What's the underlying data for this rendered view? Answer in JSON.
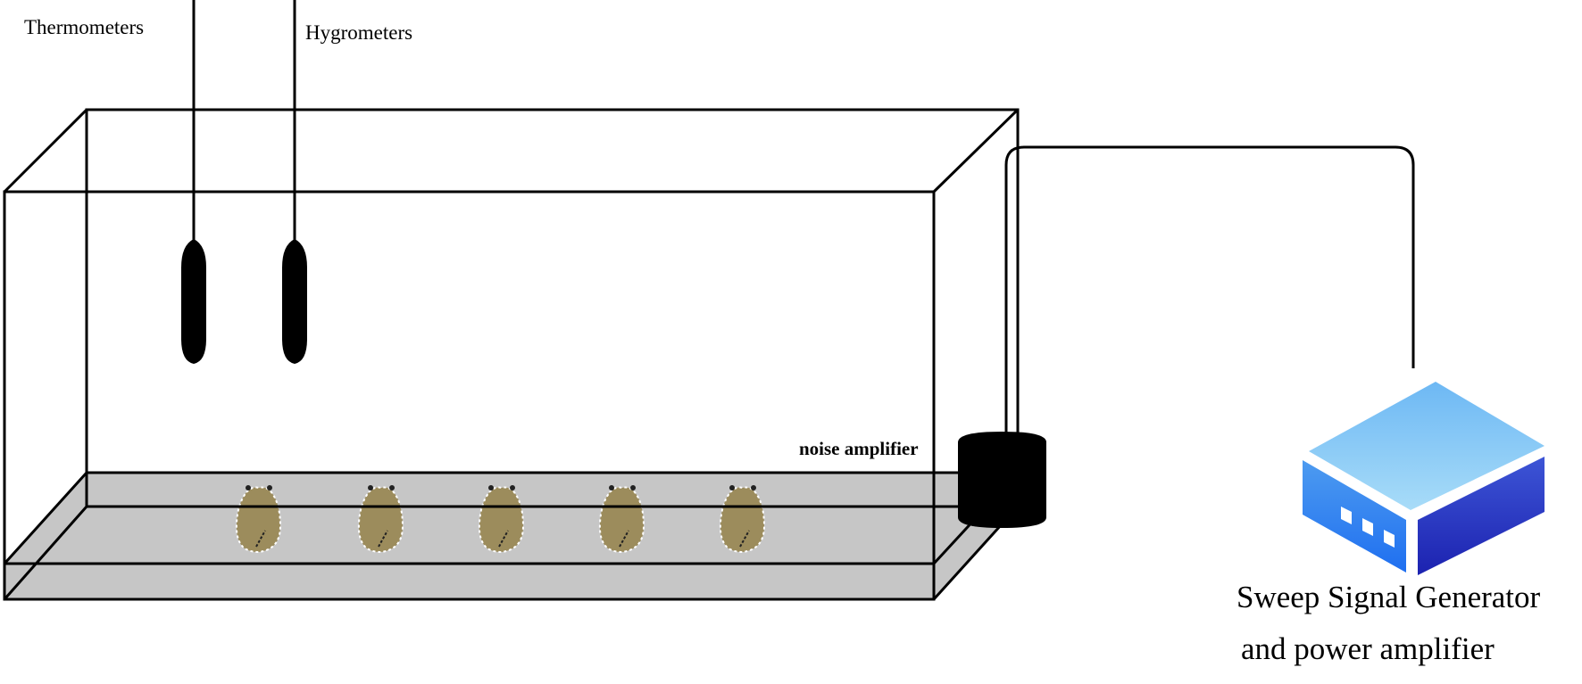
{
  "diagram": {
    "description": "Experimental setup: a glass chamber with thermometers and hygrometers suspended from the top, five insects on a grey tray floor, a noise amplifier inside the chamber connected by a cable to an external sweep signal generator and power amplifier.",
    "labels": {
      "thermometers": "Thermometers",
      "hygrometers": "Hygrometers",
      "noise_amplifier": "noise amplifier",
      "device_line1": "Sweep Signal Generator",
      "device_line2": "and power amplifier"
    },
    "colors": {
      "line": "#000000",
      "tray_fill": "#c6c6c6",
      "insect_body": "#9c8c5c",
      "device_top": "#7cc2f6",
      "device_left": "#3f8ef2",
      "device_right": "#2a3ec8",
      "device_window": "#ffffff"
    },
    "components": [
      {
        "name": "chamber",
        "type": "glass-box"
      },
      {
        "name": "thermometer",
        "type": "sensor"
      },
      {
        "name": "hygrometer",
        "type": "sensor"
      },
      {
        "name": "insects",
        "count": 5
      },
      {
        "name": "noise-amplifier",
        "type": "speaker-cylinder"
      },
      {
        "name": "sweep-signal-generator",
        "type": "device-box"
      }
    ]
  }
}
